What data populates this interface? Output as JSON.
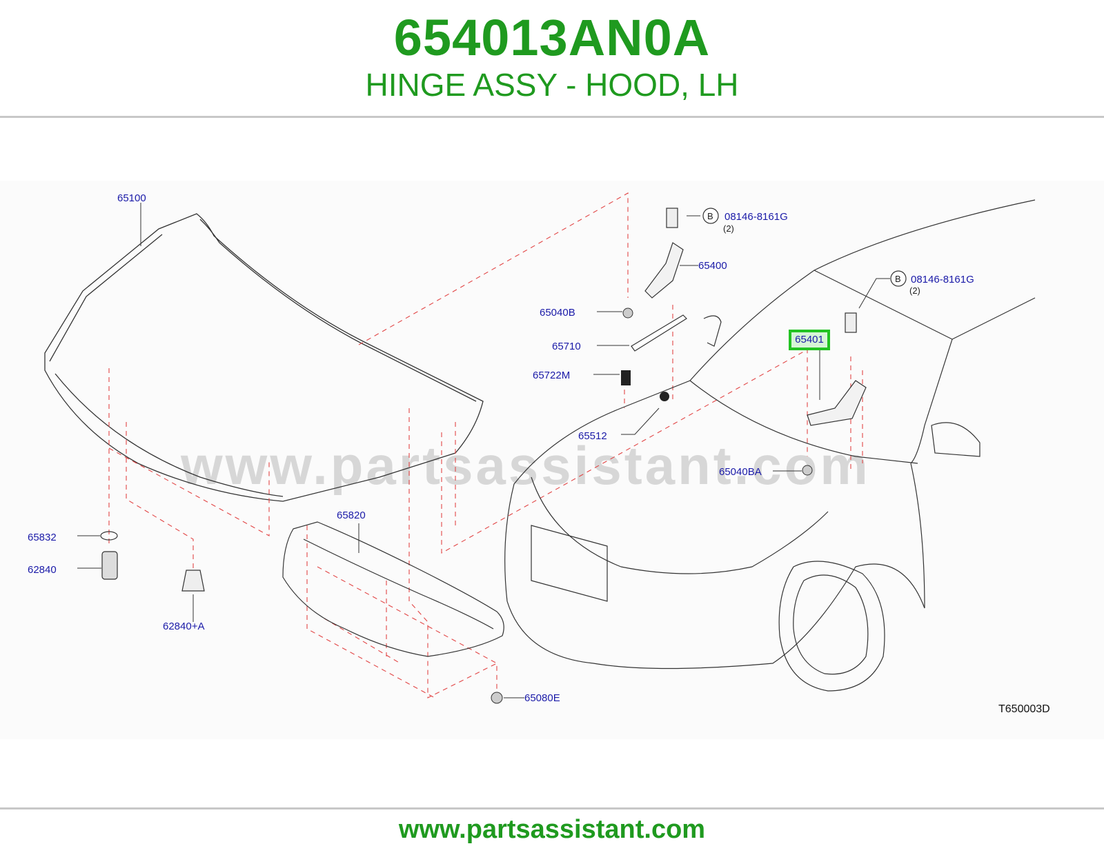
{
  "header": {
    "part_number": "654013AN0A",
    "part_name": "HINGE ASSY - HOOD, LH"
  },
  "diagram": {
    "watermark": "www.partsassistant.com",
    "reference_code": "T650003D",
    "highlighted_part": "65401",
    "callouts": {
      "c65100": "65100",
      "c65400": "65400",
      "c65040B": "65040B",
      "c65710": "65710",
      "c65722M": "65722M",
      "c65512": "65512",
      "c65040BA": "65040BA",
      "c65820": "65820",
      "c65832": "65832",
      "c62840": "62840",
      "c62840A": "62840+A",
      "c65080E": "65080E",
      "bolt1_part": "08146-8161G",
      "bolt1_qty": "(2)",
      "bolt2_part": "08146-8161G",
      "bolt2_qty": "(2)",
      "bolt_marker": "B"
    }
  },
  "footer": {
    "url": "www.partsassistant.com"
  },
  "colors": {
    "brand_green": "#1f9a1f",
    "callout_blue": "#1a1aa8",
    "leader_red": "#e24545",
    "highlight_green": "#22c322"
  }
}
